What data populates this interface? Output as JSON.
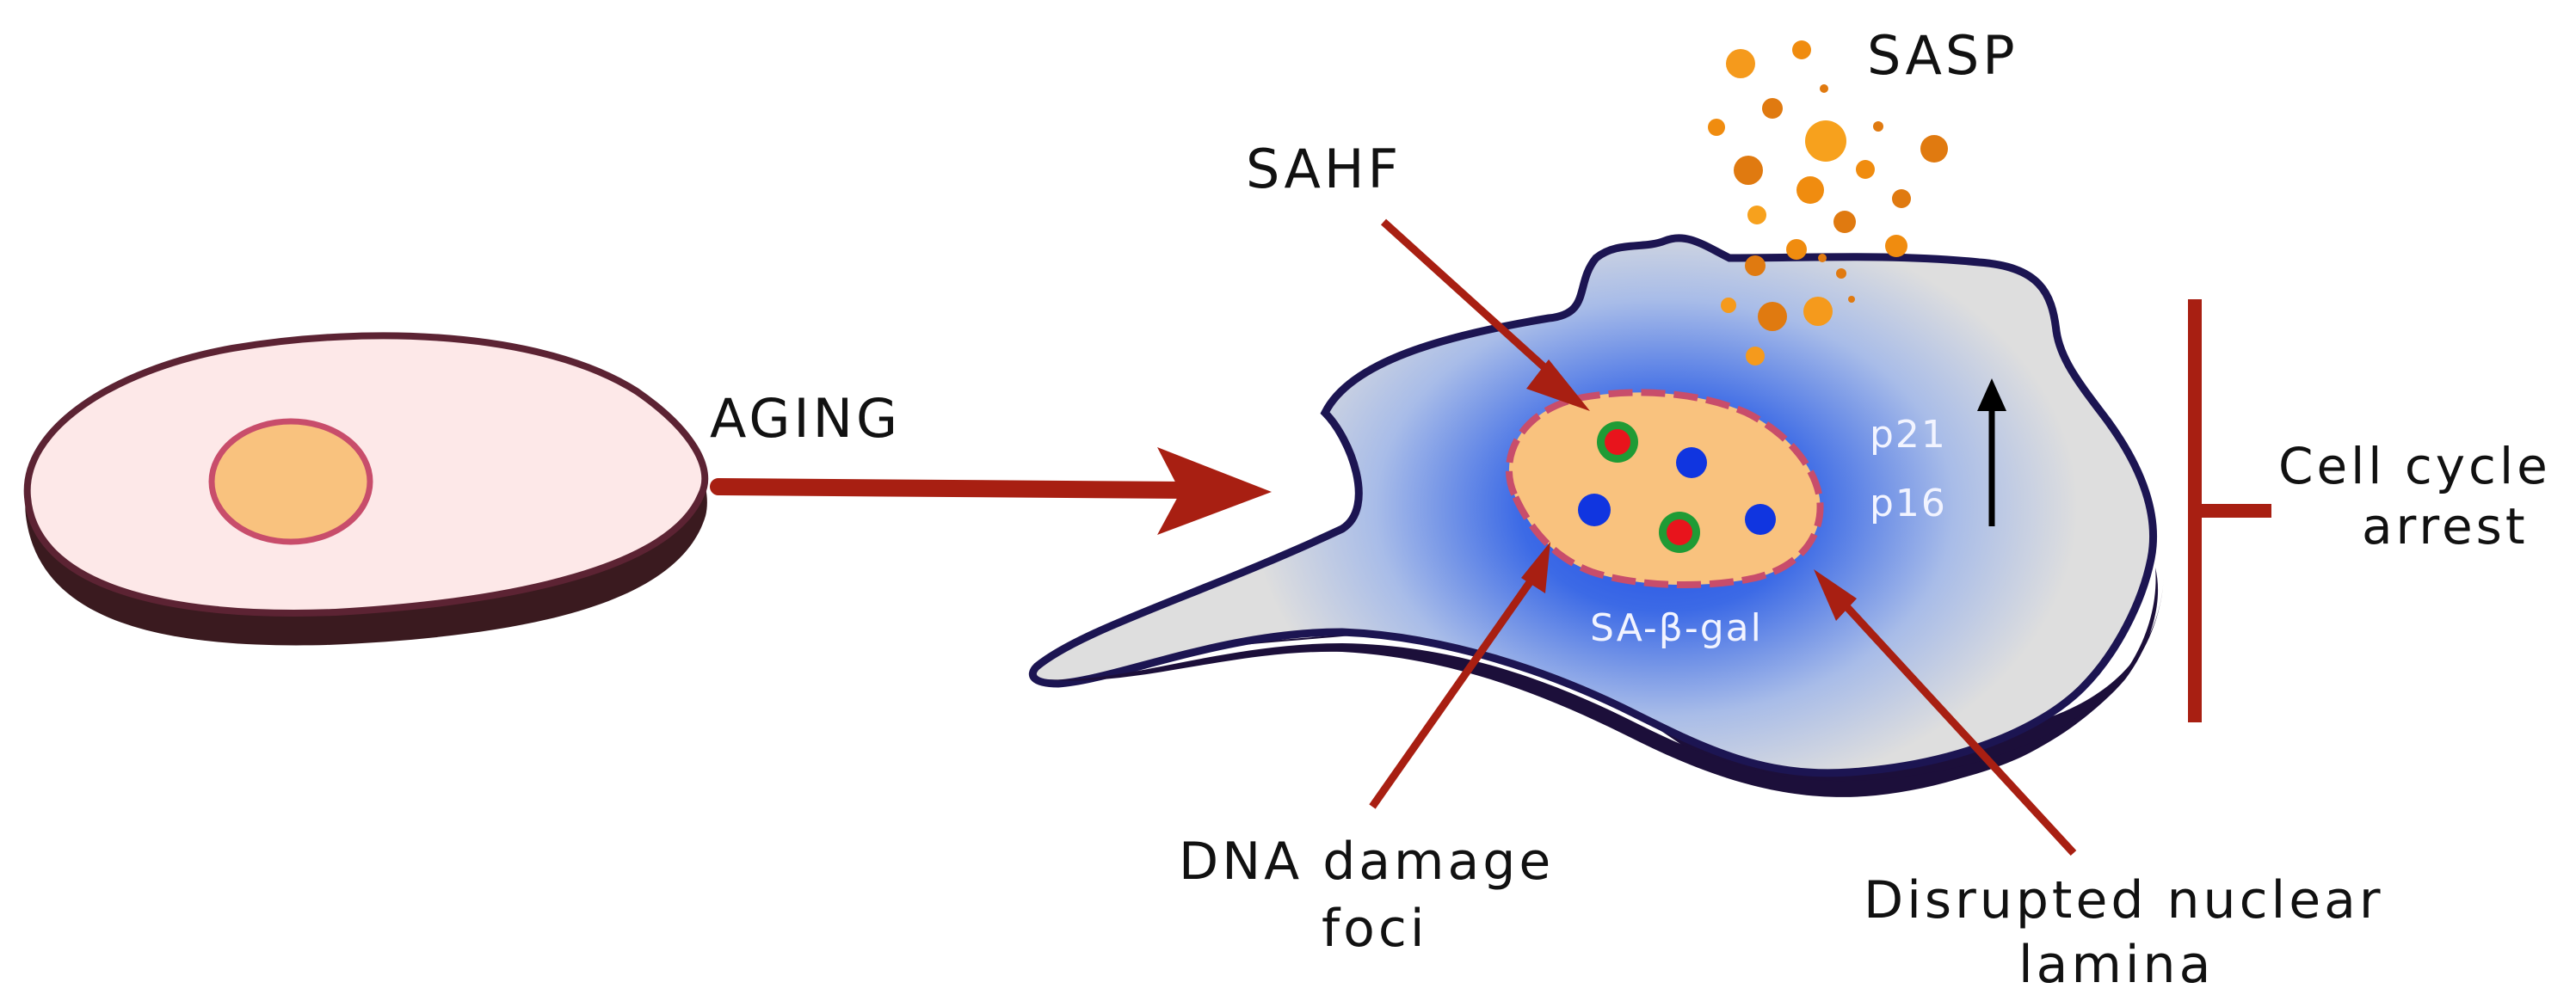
{
  "labels": {
    "aging": "AGING",
    "sahf": "SAHF",
    "sasp": "SASP",
    "p21": "p21",
    "p16": "p16",
    "sa_beta_gal": "SA-β-gal",
    "cell_cycle_arrest_line1": "Cell cycle",
    "cell_cycle_arrest_line2": "arrest",
    "dna_damage_line1": "DNA damage",
    "dna_damage_line2": "foci",
    "lamina_line1": "Disrupted nuclear",
    "lamina_line2": "lamina"
  },
  "colors": {
    "arrow": "#a81f12",
    "sasp_particles": "#f08c0f",
    "nucleus_fill": "#f9c27e",
    "nucleus_border": "#c84d6b",
    "foci_blue": "#1035e0",
    "foci_red": "#e8141c",
    "foci_ring": "#1f9b35",
    "young_cell": "#fde8e8",
    "senescent_glow": "#2f5fe0"
  }
}
